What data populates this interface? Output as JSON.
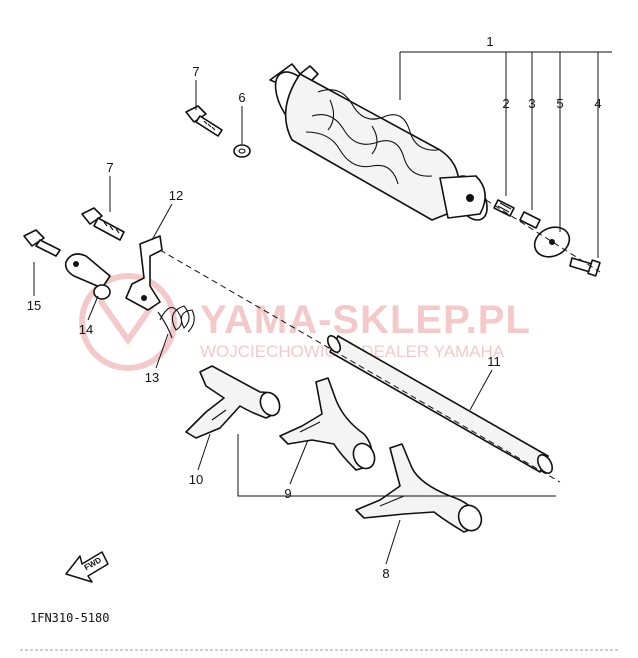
{
  "watermark": {
    "brand": "YAMA-SKLEP.PL",
    "subtitle": "WOJCIECHOWICZ | DEALER YAMAHA"
  },
  "diagram_code": "1FN310-5180",
  "forward_arrow": {
    "label": "FWD",
    "icon": "forward-arrow-icon"
  },
  "callouts": [
    {
      "id": "c1",
      "text": "1"
    },
    {
      "id": "c2",
      "text": "2"
    },
    {
      "id": "c3",
      "text": "3"
    },
    {
      "id": "c5",
      "text": "5"
    },
    {
      "id": "c4",
      "text": "4"
    },
    {
      "id": "c7a",
      "text": "7"
    },
    {
      "id": "c6",
      "text": "6"
    },
    {
      "id": "c7b",
      "text": "7"
    },
    {
      "id": "c12",
      "text": "12"
    },
    {
      "id": "c15",
      "text": "15"
    },
    {
      "id": "c14",
      "text": "14"
    },
    {
      "id": "c13",
      "text": "13"
    },
    {
      "id": "c11",
      "text": "11"
    },
    {
      "id": "c10",
      "text": "10"
    },
    {
      "id": "c9",
      "text": "9"
    },
    {
      "id": "c8",
      "text": "8"
    }
  ]
}
